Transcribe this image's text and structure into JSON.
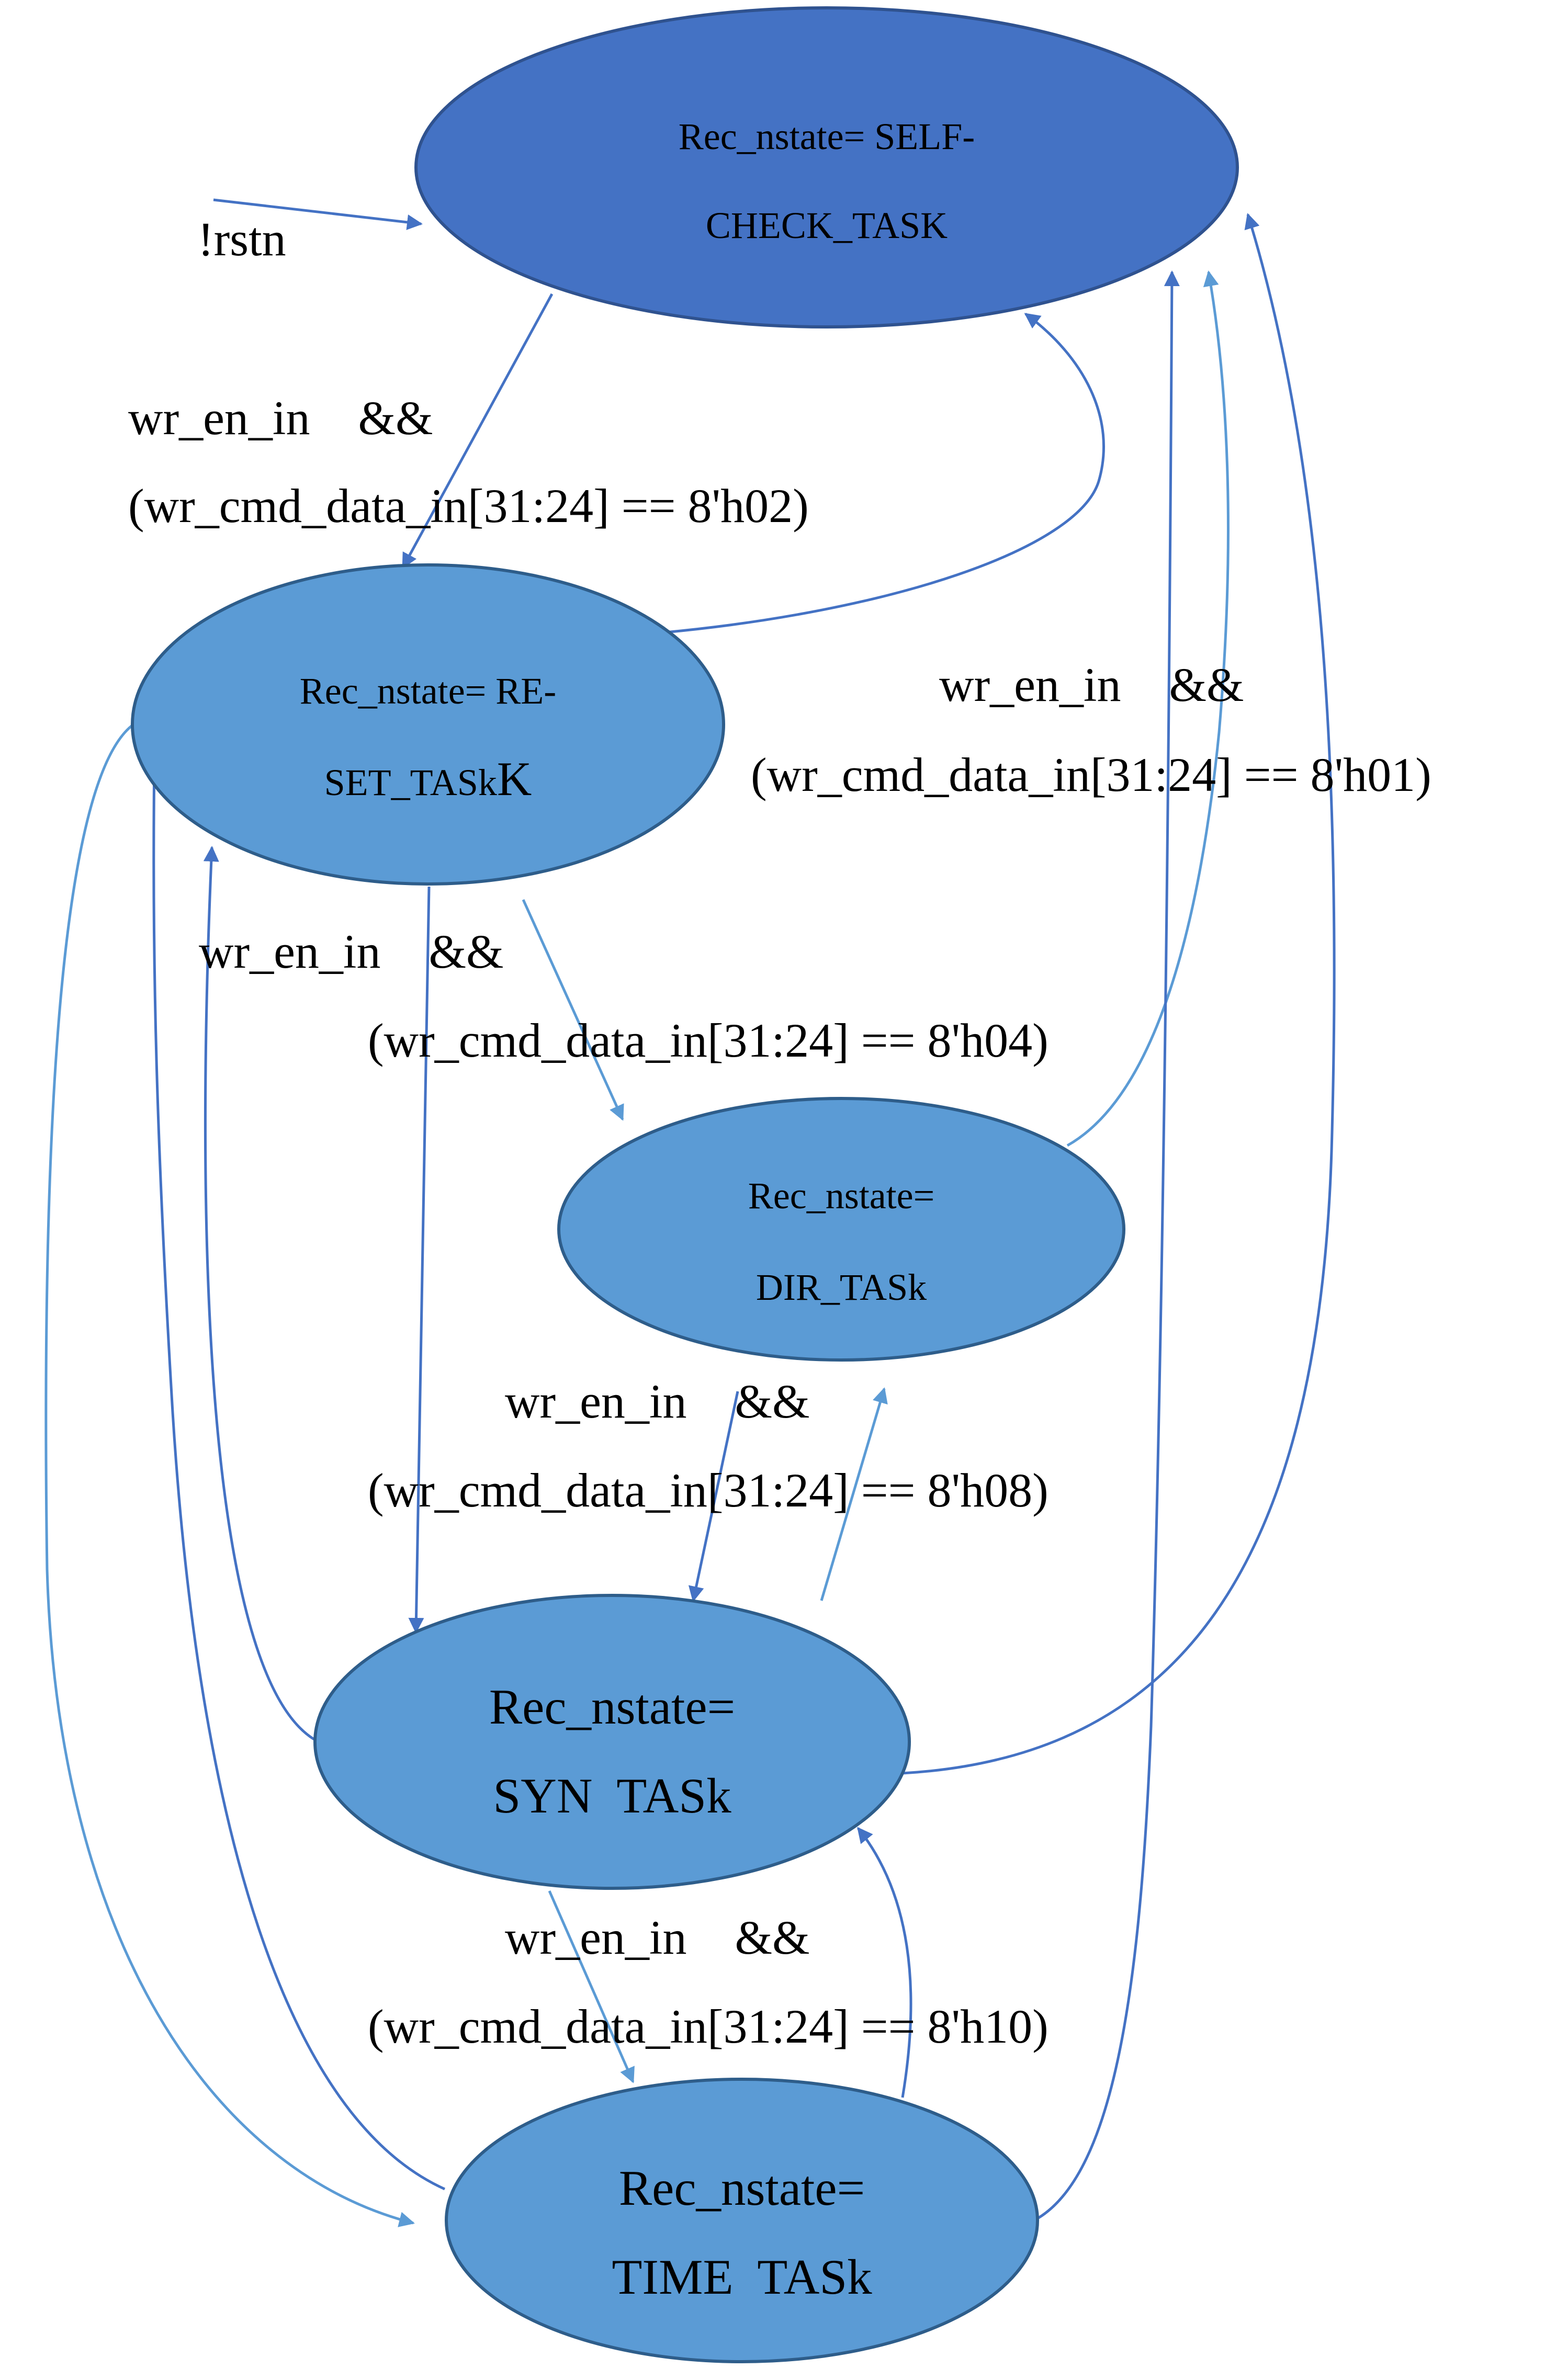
{
  "colors": {
    "dark_state_fill": "#4472c4",
    "state_fill": "#5b9bd5",
    "state_stroke": "#2e5d8a",
    "edge_dark": "#4472c4",
    "edge_light": "#5b9bd5"
  },
  "reset_label": "!rstn",
  "states": {
    "self_check": {
      "line1": "Rec_nstate= SELF-",
      "line2": "CHECK_TASK"
    },
    "reset": {
      "line1": "Rec_nstate= RE-",
      "line2a": "SET_TASk",
      "line2b": "K"
    },
    "dir": {
      "line1": "Rec_nstate=",
      "line2": "DIR_TASk"
    },
    "syn": {
      "line1": "Rec_nstate=",
      "line2": "SYN  TASk"
    },
    "time": {
      "line1": "Rec_nstate=",
      "line2": "TIME  TASk"
    }
  },
  "transitions": {
    "h02": {
      "line1": "wr_en_in    &&",
      "line2": "(wr_cmd_data_in[31:24] == 8'h02)"
    },
    "h01": {
      "line1": "wr_en_in    &&",
      "line2": "(wr_cmd_data_in[31:24] == 8'h01)"
    },
    "h04": {
      "line1": "wr_en_in    &&",
      "line2": "(wr_cmd_data_in[31:24] == 8'h04)"
    },
    "h08": {
      "line1": "wr_en_in    &&",
      "line2": "(wr_cmd_data_in[31:24] == 8'h08)"
    },
    "h10": {
      "line1": "wr_en_in    &&",
      "line2": "(wr_cmd_data_in[31:24] == 8'h10)"
    }
  }
}
